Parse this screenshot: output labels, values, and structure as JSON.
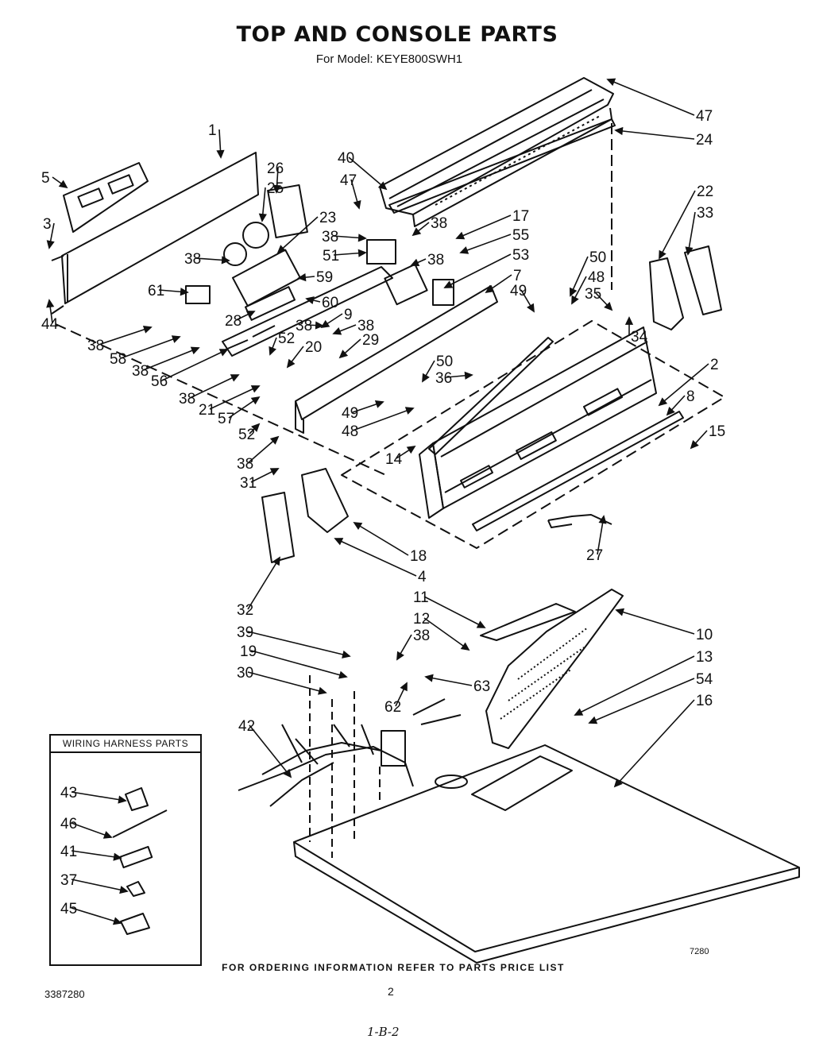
{
  "title": "TOP AND CONSOLE PARTS",
  "subtitle": "For Model: KEYE800SWH1",
  "wiring_harness_box": {
    "title": "WIRING HARNESS PARTS"
  },
  "footer": "FOR ORDERING INFORMATION REFER TO PARTS PRICE LIST",
  "doc_number": "3387280",
  "page_number": "2",
  "handwritten_note": "1-B-2",
  "image_code": "7280",
  "callouts": [
    "47",
    "24",
    "40",
    "47",
    "1",
    "26",
    "25",
    "5",
    "23",
    "38",
    "17",
    "55",
    "22",
    "33",
    "3",
    "38",
    "38",
    "51",
    "38",
    "53",
    "59",
    "7",
    "50",
    "48",
    "61",
    "60",
    "28",
    "49",
    "35",
    "34",
    "44",
    "38",
    "9",
    "38",
    "38",
    "52",
    "20",
    "29",
    "58",
    "38",
    "56",
    "50",
    "36",
    "2",
    "38",
    "21",
    "57",
    "49",
    "48",
    "8",
    "52",
    "15",
    "38",
    "14",
    "31",
    "18",
    "4",
    "27",
    "32",
    "11",
    "12",
    "38",
    "10",
    "39",
    "19",
    "13",
    "30",
    "63",
    "54",
    "62",
    "16",
    "42",
    "43",
    "46",
    "41",
    "37",
    "45"
  ]
}
